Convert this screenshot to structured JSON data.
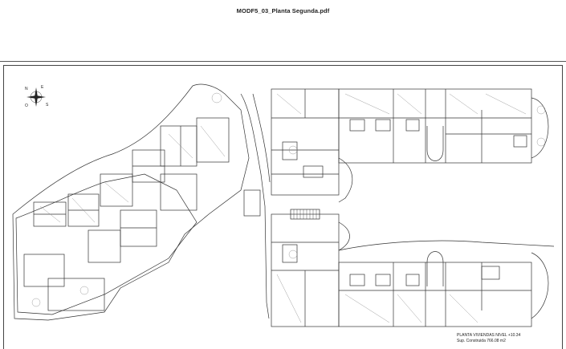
{
  "document": {
    "title": "MODF5_03_Planta Segunda.pdf"
  },
  "plan": {
    "caption_line1": "PLANTA VIVIENDAS NIVEL +10.34",
    "caption_line2": "Sup. Construida 766.08 m2",
    "compass_letters": [
      "N",
      "E",
      "S",
      "O"
    ]
  },
  "colors": {
    "line": "#333333",
    "light_line": "#888888",
    "background": "#ffffff"
  }
}
